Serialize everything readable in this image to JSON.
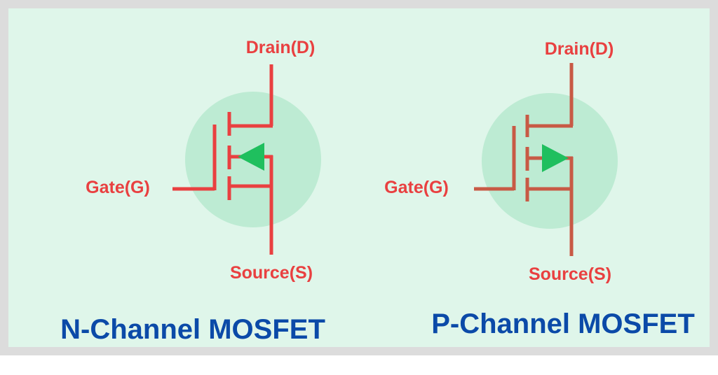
{
  "colors": {
    "frame": "#dcdcdc",
    "panel": "#dff6ea",
    "circle": "#bdebd3",
    "wire_n": "#e94040",
    "wire_p": "#c85a45",
    "arrow": "#1fbf5e",
    "pin_label": "#e94040",
    "title": "#0b4aa8"
  },
  "n_channel": {
    "drain_label": "Drain(D)",
    "gate_label": "Gate(G)",
    "source_label": "Source(S)",
    "title": "N-Channel MOSFET",
    "arrow_direction": "inward"
  },
  "p_channel": {
    "drain_label": "Drain(D)",
    "gate_label": "Gate(G)",
    "source_label": "Source(S)",
    "title": "P-Channel MOSFET",
    "arrow_direction": "outward"
  }
}
